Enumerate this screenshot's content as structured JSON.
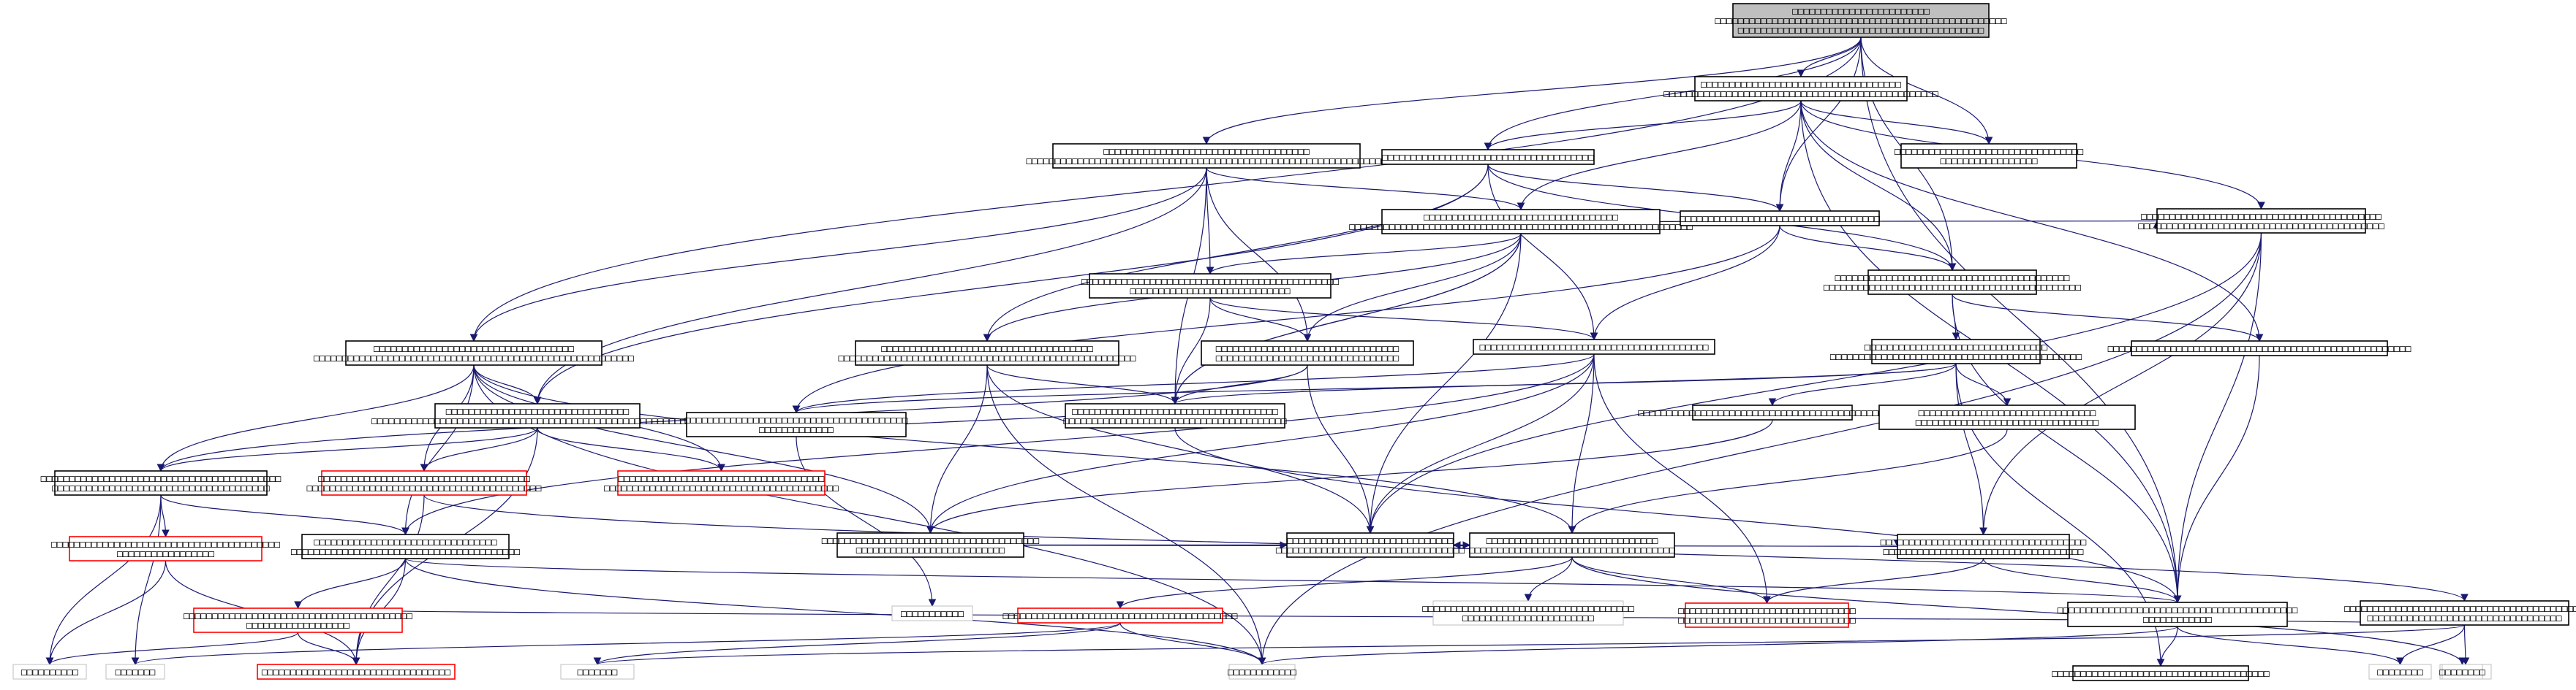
{
  "diagram": {
    "nodes": [
      {
        "id": "n0",
        "lines": [
          "□□□□□□□□□□□□□□□□□□□□□□□□",
          "□□□□□□□□□□□□□□□□□□□□□□□□□□□□□□□□□□□□□□□□□□□□□□□□□□□",
          "□□□□□□□□□□□□□□□□□□□□□□□□□□□□□□□□□□□□□□□□□□□"
        ],
        "style": "root"
      },
      {
        "id": "n1",
        "lines": [
          "□□□□□□□□□□□□□□□□□□□□□□□□□□□□□□□□□□□",
          "□□□□□□□□□□□□□□□□□□□□□□□□□□□□□□□□□□□□□□□□□□□□□□□□"
        ],
        "style": "normal"
      },
      {
        "id": "n2",
        "lines": [
          "□□□□□□□□□□□□□□□□□□□□□□□□□□□□□□□□□□□□",
          "□□□□□□□□□□□□□□□□□□□□□□□□□□□□□□□□□□□□□□□□□□□□□□□□□□□□□□□□□□□□□□□"
        ],
        "style": "normal"
      },
      {
        "id": "n3",
        "lines": [
          "□□□□□□□□□□□□□□□□□□□□□□□□□□□□□□□□□□□□□"
        ],
        "style": "normal"
      },
      {
        "id": "n4",
        "lines": [
          "□□□□□□□□□□□□□□□□□□□□□□□□□□□□□□□□□□",
          "□□□□□□□□□□□□□□□□□□□□□□□□□□□□□□□□□□□□□□□□□□□□□□□□□□□□□□□□□□□□"
        ],
        "style": "normal"
      },
      {
        "id": "n5",
        "lines": [
          "□□□□□□□□□□□□□□□□□□□□□□□□□□□□□□□□□",
          "□□□□□□□□□□□□□□□□□"
        ],
        "style": "normal"
      },
      {
        "id": "n6",
        "lines": [
          "□□□□□□□□□□□□□□□□□□□□□□□□□□□□□□□□□□□"
        ],
        "style": "normal"
      },
      {
        "id": "n7",
        "lines": [
          "□□□□□□□□□□□□□□□□□□□□□□□□□□□□□□□□□□□□□□□□□",
          "□□□□□□□□□□□□□□□□□□□□□□□□□□□□□□□□□□□□□□□□□□□□□"
        ],
        "style": "normal"
      },
      {
        "id": "n8",
        "lines": [
          "□□□□□□□□□□□□□□□□□□□□□□□□□□□□□□□□□□□□□□□□□□□□□",
          "□□□□□□□□□□□□□□□□□□□□□□□□□□□□"
        ],
        "style": "normal"
      },
      {
        "id": "n9",
        "lines": [
          "□□□□□□□□□□□□□□□□□□□□□□□□□□□□□□□□",
          "□□□□□□□□□□□□□□□□□□□□□□□□□□□□□□□□"
        ],
        "style": "normal"
      },
      {
        "id": "n10",
        "lines": [
          "□□□□□□□□□□□□□□□□□□□□□□□□□□□□□□□□□□□□□□□□□□□□□□□□□□□□□"
        ],
        "style": "normal"
      },
      {
        "id": "n11",
        "lines": [
          "□□□□□□□□□□□□□□□□□□□□□□□□□□□□□□□□□□□",
          "□□□□□□□□□□□□□□□□□□□□□□□□□□□□□□□□□□□□□□□□□□□□□□□□□□□□□□□□"
        ],
        "style": "normal"
      },
      {
        "id": "n12",
        "lines": [
          "□□□□□□□□□□□□□□□□□□□□□□□□□□□□□□□□□□□□",
          "□□□□□□□□□□□□□□□□□□□□□□□□□□□□□□□□□□□□□□□"
        ],
        "style": "normal"
      },
      {
        "id": "n13",
        "lines": [
          "□□□□□□□□□□□□□□□□□□□□□□□□□□□□□□□□□□□□□",
          "□□□□□□□□□□□□□□□□□□□□□□□□□□□□□□□□□□□□□□□□□□□□□□□□□□□□"
        ],
        "style": "normal"
      },
      {
        "id": "n14",
        "lines": [
          "□□□□□□□□□□□□□□□□□□□□□□□□□□□□□□□□□□□□□□□□□□",
          "□□□□□□□□□□□□□□□□□□□□□□□□□□□□□□□□□□□□□□□□□□□"
        ],
        "style": "normal"
      },
      {
        "id": "n15",
        "lines": [
          "□□□□□□□□□□□□□□□□□□□□□□□□□□□□□□□□□□□□□□□□"
        ],
        "style": "normal"
      },
      {
        "id": "n16",
        "lines": [
          "□□□□□□□□□□□□□□□□□□□□□□□□□□□□□□□□",
          "□□□□□□□□□□□□□□□□□□□□□□□□□□□□□□□□□□□□□□□□□□□□"
        ],
        "style": "normal"
      },
      {
        "id": "n17",
        "lines": [
          "□□□□□□□□□□□□□□□□□□□□□□□□□□□□□□□□□□□□□□□□□□□□□□□"
        ],
        "style": "normal"
      },
      {
        "id": "n18",
        "lines": [
          "□□□□□□□□□□□□□□□□□□□□□□□□□□□□□□□",
          "□□□□□□□□□□□□□□□□□□□□□□□□□□□□□□□□"
        ],
        "style": "normal"
      },
      {
        "id": "n19",
        "lines": [
          "□□□□□□□□□□□□□□□□□□□□□□□□□□□□□□□□",
          "□□□□□□□□□□□□□□□□□□□□□□□□□□□□□□□□□□□□□□□□□□□□□□□□□□□□□□□□□□"
        ],
        "style": "normal"
      },
      {
        "id": "n20",
        "lines": [
          "□□□□□□□□□□□□□□□□□□□□□□□□□□□□□□□□□□□□□□□□□□",
          "□□□□□□□□□□□□□□□□□□□□□□□□□□□□□□□□□□□□□□"
        ],
        "style": "normal"
      },
      {
        "id": "n21",
        "lines": [
          "□□□□□□□□□□□□□□□□□□□□□□□□□□□□□□□□□□□□□",
          "□□□□□□□□□□□□□□□□□□□□□□□□□□□□□□□□□□□□□□□□□"
        ],
        "style": "red"
      },
      {
        "id": "n22",
        "lines": [
          "□□□□□□□□□□□□□□□□□□□□□□□□□□□□□□□□□□□□",
          "□□□□□□□□□□□□□□□□□□□□□□□□□□□□□□□□□□□□□□□□□"
        ],
        "style": "red"
      },
      {
        "id": "n23",
        "lines": [
          "□□□□□□□□□□□□□□□□□□□□□□□□□□□□□□□□□□□□□□□",
          "□□□□□□□□□□□□□"
        ],
        "style": "normal"
      },
      {
        "id": "n24",
        "lines": [
          "□□□□□□□□□□□□□□□□□□□□□□□□□□□□□□□□",
          "□□□□□□□□□□□□□□□□□□□□□□□□□□□□□□□□□□□□□□□□"
        ],
        "style": "normal"
      },
      {
        "id": "n25",
        "lines": [
          "□□□□□□□□□□□□□□□□□□□□□□□□□□□□□□□□□□□□□□□□",
          "□□□□□□□□□□□□□□□□□"
        ],
        "style": "red"
      },
      {
        "id": "n26",
        "lines": [
          "□□□□□□□□□□□□□□□□□□□□□□□□□□□□□□□□□□□□□□",
          "□□□□□□□□□□□□□□□□□□□□□□□□□□"
        ],
        "style": "normal"
      },
      {
        "id": "n27",
        "lines": [
          "□□□□□□□□□□□□□□□□□□□□□□□□□□□□□□",
          "□□□□□□□□□□□□□□□□□□□□□□□□□□□□□□□□□□□□"
        ],
        "style": "normal"
      },
      {
        "id": "n28",
        "lines": [
          "□□□□□□□□□□□□□□□□□□□□□□□□□□□□□",
          "□□□□□□□□□□□□□□□□□□□□□□□□□□□□□□□□□"
        ],
        "style": "normal"
      },
      {
        "id": "n29",
        "lines": [
          "□□□□□□□□□□□□□□□□□□□□□□□□□□□□□□□□□□□□",
          "□□□□□□□□□□□□□□□□□□□□□□□□□□□□□□□□□□□"
        ],
        "style": "normal"
      },
      {
        "id": "n30",
        "lines": [
          "□□□□□□□□□□□□□□□□□□□□□□□□□□□□□□□□□□□□□□□□□□",
          "□□□□□□□□□□□□"
        ],
        "style": "normal"
      },
      {
        "id": "n31",
        "lines": [
          "□□□□□□□□□□□□□□□□□□□□□□□□□□□□□□□□□□□□□□□□□□",
          "□□□□□□□□□□□□□□□□□□□□□□□□□□□□□□□□□□"
        ],
        "style": "normal"
      },
      {
        "id": "n32",
        "lines": [
          "□□□□□□□□□□□□□□□□□□□□□□□□□□□□□□□□□□□□□□□□",
          "□□□□□□□□□□□□□□□□□□"
        ],
        "style": "red"
      },
      {
        "id": "n33",
        "lines": [
          "□□□□□□□□□□□"
        ],
        "style": "gray"
      },
      {
        "id": "n34",
        "lines": [
          "□□□□□□□□□□□□□□□□□□□□□□□□□□□□□□□□□□□□□□□□□"
        ],
        "style": "red"
      },
      {
        "id": "n35",
        "lines": [
          "□□□□□□□□□□□□□□□□□□□□□□□□□□□□□□□□□□□□□",
          "□□□□□□□□□□□□□□□□□□□□□□□"
        ],
        "style": "gray"
      },
      {
        "id": "n36",
        "lines": [
          "□□□□□□□□□□□□□□□□□□□□□□□□□□□□□□□",
          "□□□□□□□□□□□□□□□□□□□□□□□□□□□□□□□"
        ],
        "style": "red"
      },
      {
        "id": "n37",
        "lines": [
          "□□□□□□□□□□"
        ],
        "style": "gray"
      },
      {
        "id": "n38",
        "lines": [
          "□□□□□□□"
        ],
        "style": "gray"
      },
      {
        "id": "n39",
        "lines": [
          "□□□□□□□□□□□□□□□□□□□□□□□□□□□□□□□□□"
        ],
        "style": "red"
      },
      {
        "id": "n40",
        "lines": [
          "□□□□□□□□□□□□"
        ],
        "style": "gray"
      },
      {
        "id": "n41",
        "lines": [
          "□□□□□□□"
        ],
        "style": "gray"
      },
      {
        "id": "n42",
        "lines": [
          "□□□□□□□□□□□□□□□□□□□□□□□□□□□□□□□□□□□□□□"
        ],
        "style": "normal"
      },
      {
        "id": "n43",
        "lines": [
          "□□□□□□□□"
        ],
        "style": "gray"
      },
      {
        "id": "n44",
        "lines": [
          "□□□□□"
        ],
        "style": "gray"
      },
      {
        "id": "n45",
        "lines": [
          "□□□□□□□□"
        ],
        "style": "gray"
      }
    ],
    "edges": [
      [
        "n0",
        "n1"
      ],
      [
        "n0",
        "n2"
      ],
      [
        "n0",
        "n3"
      ],
      [
        "n0",
        "n6"
      ],
      [
        "n0",
        "n7"
      ],
      [
        "n0",
        "n5"
      ],
      [
        "n0",
        "n11"
      ],
      [
        "n0",
        "n30"
      ],
      [
        "n1",
        "n3"
      ],
      [
        "n1",
        "n4"
      ],
      [
        "n1",
        "n5"
      ],
      [
        "n1",
        "n6"
      ],
      [
        "n1",
        "n7"
      ],
      [
        "n1",
        "n14"
      ],
      [
        "n1",
        "n30"
      ],
      [
        "n1",
        "n10"
      ],
      [
        "n2",
        "n4"
      ],
      [
        "n2",
        "n8"
      ],
      [
        "n2",
        "n9"
      ],
      [
        "n2",
        "n11"
      ],
      [
        "n2",
        "n12"
      ],
      [
        "n2",
        "n19"
      ],
      [
        "n3",
        "n6"
      ],
      [
        "n3",
        "n7"
      ],
      [
        "n3",
        "n13"
      ],
      [
        "n3",
        "n15"
      ],
      [
        "n3",
        "n19"
      ],
      [
        "n4",
        "n8"
      ],
      [
        "n4",
        "n9"
      ],
      [
        "n4",
        "n12"
      ],
      [
        "n4",
        "n13"
      ],
      [
        "n4",
        "n14"
      ],
      [
        "n4",
        "n12"
      ],
      [
        "n4",
        "n28"
      ],
      [
        "n6",
        "n7"
      ],
      [
        "n6",
        "n15"
      ],
      [
        "n6",
        "n23"
      ],
      [
        "n7",
        "n10"
      ],
      [
        "n7",
        "n16"
      ],
      [
        "n7",
        "n30"
      ],
      [
        "n8",
        "n9"
      ],
      [
        "n8",
        "n12"
      ],
      [
        "n8",
        "n15"
      ],
      [
        "n9",
        "n12"
      ],
      [
        "n9",
        "n28"
      ],
      [
        "n9",
        "n20"
      ],
      [
        "n10",
        "n30"
      ],
      [
        "n11",
        "n19"
      ],
      [
        "n11",
        "n20"
      ],
      [
        "n11",
        "n21"
      ],
      [
        "n11",
        "n22"
      ],
      [
        "n11",
        "n27"
      ],
      [
        "n11",
        "n24"
      ],
      [
        "n11",
        "n26"
      ],
      [
        "n11",
        "n40"
      ],
      [
        "n12",
        "n30"
      ],
      [
        "n13",
        "n12"
      ],
      [
        "n13",
        "n28"
      ],
      [
        "n13",
        "n26"
      ],
      [
        "n13",
        "n40"
      ],
      [
        "n14",
        "n28"
      ],
      [
        "n14",
        "n29"
      ],
      [
        "n14",
        "n30"
      ],
      [
        "n14",
        "n40"
      ],
      [
        "n15",
        "n24"
      ],
      [
        "n15",
        "n23"
      ],
      [
        "n15",
        "n26"
      ],
      [
        "n15",
        "n27"
      ],
      [
        "n15",
        "n28"
      ],
      [
        "n15",
        "n36"
      ],
      [
        "n16",
        "n17"
      ],
      [
        "n16",
        "n18"
      ],
      [
        "n16",
        "n23"
      ],
      [
        "n16",
        "n29"
      ],
      [
        "n16",
        "n42"
      ],
      [
        "n16",
        "n12"
      ],
      [
        "n17",
        "n26"
      ],
      [
        "n18",
        "n27"
      ],
      [
        "n19",
        "n20"
      ],
      [
        "n19",
        "n21"
      ],
      [
        "n19",
        "n22"
      ],
      [
        "n19",
        "n39"
      ],
      [
        "n20",
        "n24"
      ],
      [
        "n20",
        "n25"
      ],
      [
        "n20",
        "n37"
      ],
      [
        "n20",
        "n38"
      ],
      [
        "n21",
        "n31"
      ],
      [
        "n21",
        "n39"
      ],
      [
        "n23",
        "n33"
      ],
      [
        "n23",
        "n12"
      ],
      [
        "n24",
        "n32"
      ],
      [
        "n24",
        "n39"
      ],
      [
        "n24",
        "n40"
      ],
      [
        "n24",
        "n30"
      ],
      [
        "n25",
        "n37"
      ],
      [
        "n25",
        "n39"
      ],
      [
        "n26",
        "n27"
      ],
      [
        "n26",
        "n28"
      ],
      [
        "n26",
        "n29"
      ],
      [
        "n27",
        "n28"
      ],
      [
        "n27",
        "n34"
      ],
      [
        "n27",
        "n35"
      ],
      [
        "n27",
        "n36"
      ],
      [
        "n27",
        "n45"
      ],
      [
        "n29",
        "n30"
      ],
      [
        "n29",
        "n36"
      ],
      [
        "n30",
        "n40"
      ],
      [
        "n30",
        "n42"
      ],
      [
        "n30",
        "n43"
      ],
      [
        "n31",
        "n32"
      ],
      [
        "n31",
        "n41"
      ],
      [
        "n31",
        "n43"
      ],
      [
        "n31",
        "n44"
      ],
      [
        "n32",
        "n37"
      ],
      [
        "n32",
        "n39"
      ],
      [
        "n34",
        "n38"
      ],
      [
        "n34",
        "n40"
      ],
      [
        "n34",
        "n41"
      ]
    ]
  },
  "colors": {
    "edge": "#191970",
    "root_fill": "#bfbfbf",
    "node_stroke": "#000000",
    "red_stroke": "#ff0000",
    "gray_stroke": "#bfbfbf",
    "node_fill": "#ffffff"
  }
}
